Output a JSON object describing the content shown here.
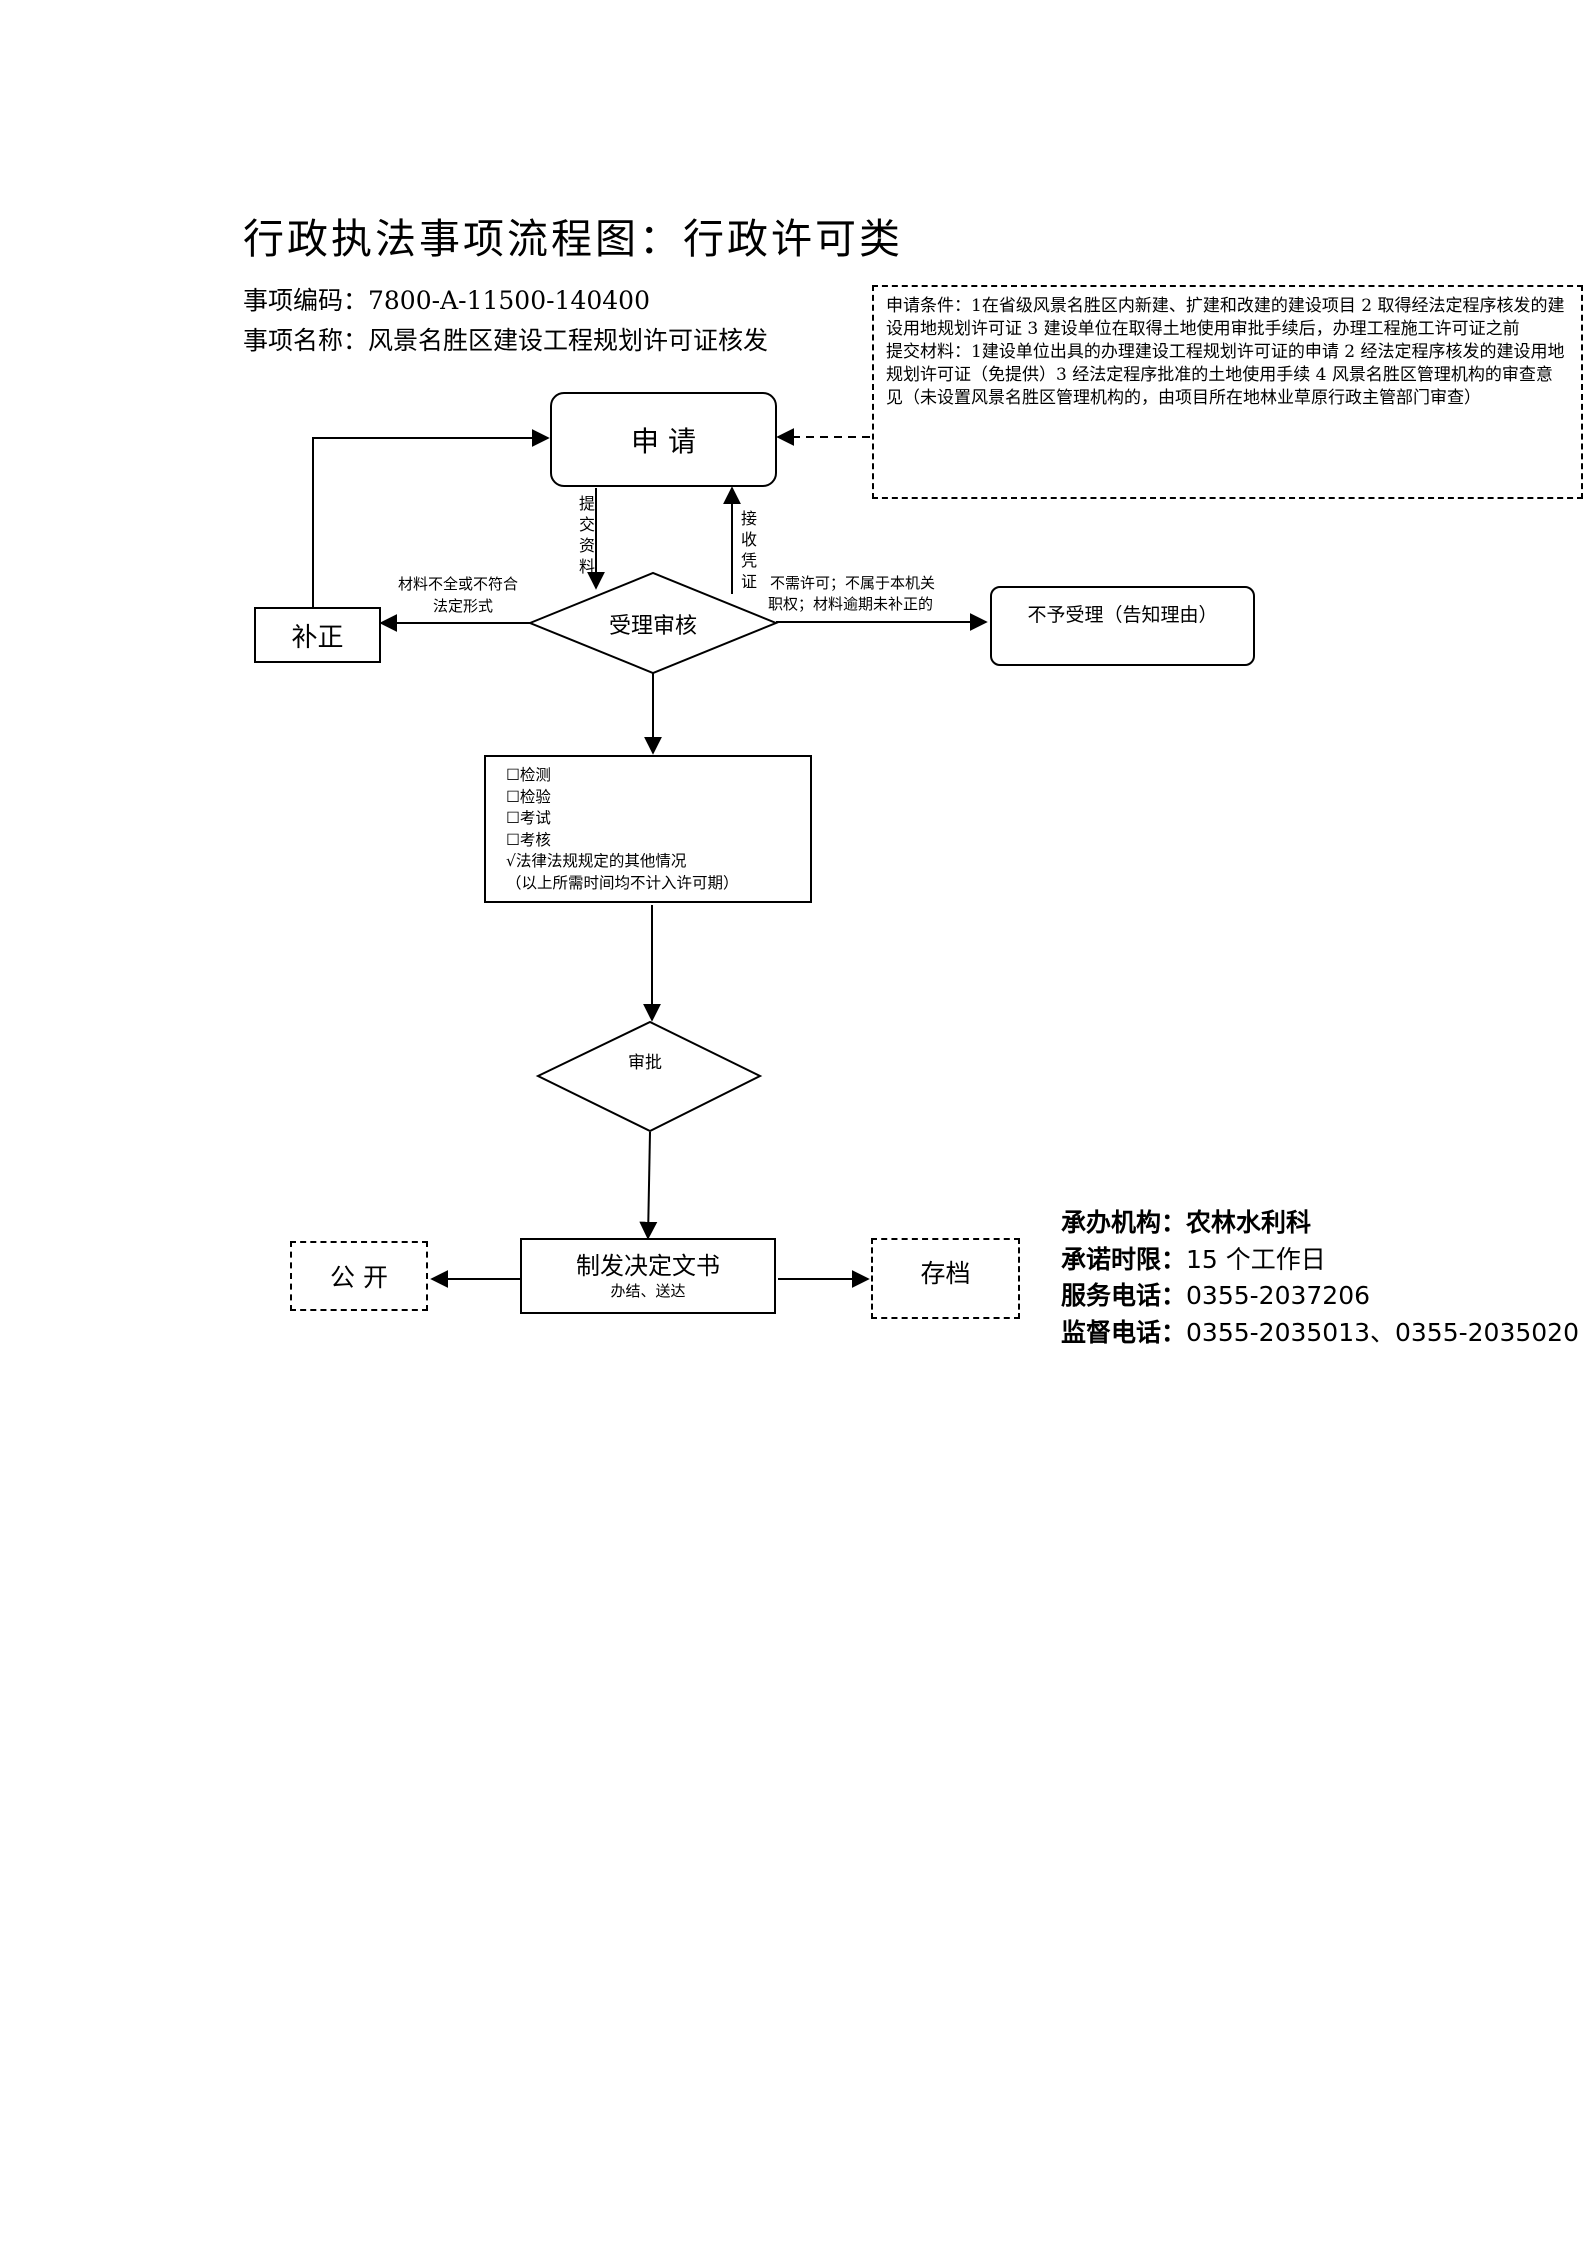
{
  "header": {
    "title": "行政执法事项流程图：行政许可类",
    "code": "事项编码：7800-A-11500-140400",
    "name": "事项名称：风景名胜区建设工程规划许可证核发"
  },
  "note": {
    "conditions": "申请条件：1在省级风景名胜区内新建、扩建和改建的建设项目 2 取得经法定程序核发的建设用地规划许可证 3 建设单位在取得土地使用审批手续后，办理工程施工许可证之前",
    "materials": "提交材料：1建设单位出具的办理建设工程规划许可证的申请 2 经法定程序核发的建设用地规划许可证（免提供）3 经法定程序批准的土地使用手续 4 风景名胜区管理机构的审查意见（未设置风景名胜区管理机构的，由项目所在地林业草原行政主管部门审查）"
  },
  "flow": {
    "apply": "申 请",
    "submit_label": "提交资料",
    "receipt_label": "接收凭证",
    "review": "受理审核",
    "correct": "补正",
    "incomplete_label_1": "材料不全或不符合",
    "incomplete_label_2": "法定形式",
    "reject_label_1": "不需许可；不属于本机关",
    "reject_label_2": "职权；材料逾期未补正的",
    "reject": "不予受理（告知理由）",
    "checks": [
      "☐检测",
      "☐检验",
      "☐考试",
      "☐考核",
      "√法律法规规定的其他情况",
      "（以上所需时间均不计入许可期）"
    ],
    "approve": "审批",
    "decision": "制发决定文书",
    "decision_sub": "办结、送达",
    "publish": "公 开",
    "archive": "存档"
  },
  "info": {
    "dept_label": "承办机构：",
    "dept": "农林水利科",
    "limit_label": "承诺时限：",
    "limit": "15 个工作日",
    "service_label": "服务电话：",
    "service": "0355-2037206",
    "supervise_label": "监督电话：",
    "supervise": "0355-2035013、0355-2035020"
  }
}
